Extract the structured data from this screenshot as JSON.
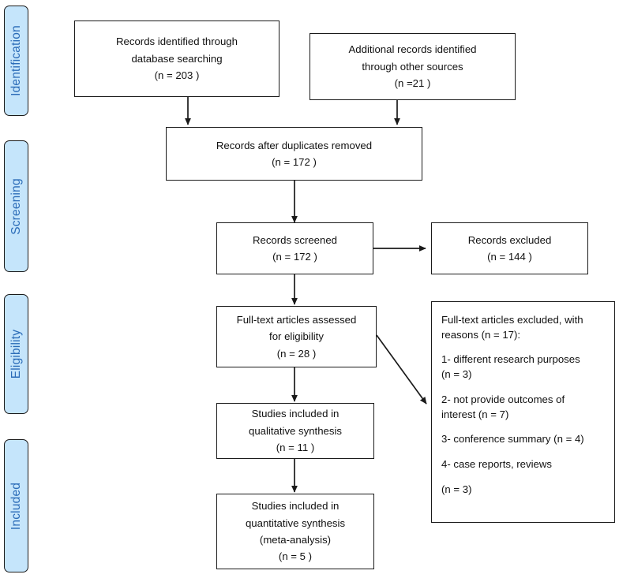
{
  "diagram": {
    "title": "PRISMA study selection flow diagram",
    "accent_color": "#c5e5fb",
    "banner_text_color": "#2b6cb8",
    "line_color": "#1a1a1a"
  },
  "stages": [
    {
      "id": "identification",
      "label": "Identification"
    },
    {
      "id": "screening",
      "label": "Screening"
    },
    {
      "id": "eligibility",
      "label": "Eligibility"
    },
    {
      "id": "included",
      "label": "Included"
    }
  ],
  "boxes": {
    "records_identified": {
      "text": "Records identified through\ndatabase searching\n(n = 203  )",
      "n": 203
    },
    "additional_records": {
      "text": "Additional records identified\nthrough other sources\n(n =21   )",
      "n": 21
    },
    "duplicates_removed": {
      "text": "Records after duplicates removed\n(n = 172  )",
      "n": 172
    },
    "records_screened": {
      "text": "Records screened\n(n =  172 )",
      "n": 172
    },
    "records_excluded": {
      "text": "Records excluded\n(n =  144 )",
      "n": 144
    },
    "fulltext_assessed": {
      "text": "Full-text articles assessed\nfor eligibility\n(n = 28  )",
      "n": 28
    },
    "qualitative_synthesis": {
      "text": "Studies included in\nqualitative synthesis\n(n = 11  )",
      "n": 11
    },
    "quantitative_synthesis": {
      "text": "Studies included in\nquantitative synthesis\n(meta-analysis)\n(n = 5  )",
      "n": 5
    }
  },
  "exclusion_reasons": {
    "heading": "Full-text articles excluded, with\nreasons (n = 17):",
    "total": 17,
    "items": [
      {
        "index": "1",
        "label": "1- different research purposes\n(n = 3)",
        "n": 3
      },
      {
        "index": "2",
        "label": "2- not provide outcomes of\ninterest (n = 7)",
        "n": 7
      },
      {
        "index": "3",
        "label": "3- conference summary (n = 4)",
        "n": 4
      },
      {
        "index": "4",
        "label": "4- case reports, reviews",
        "n": 3
      },
      {
        "index": "4n",
        "label": "(n = 3)",
        "n": 3
      }
    ]
  }
}
